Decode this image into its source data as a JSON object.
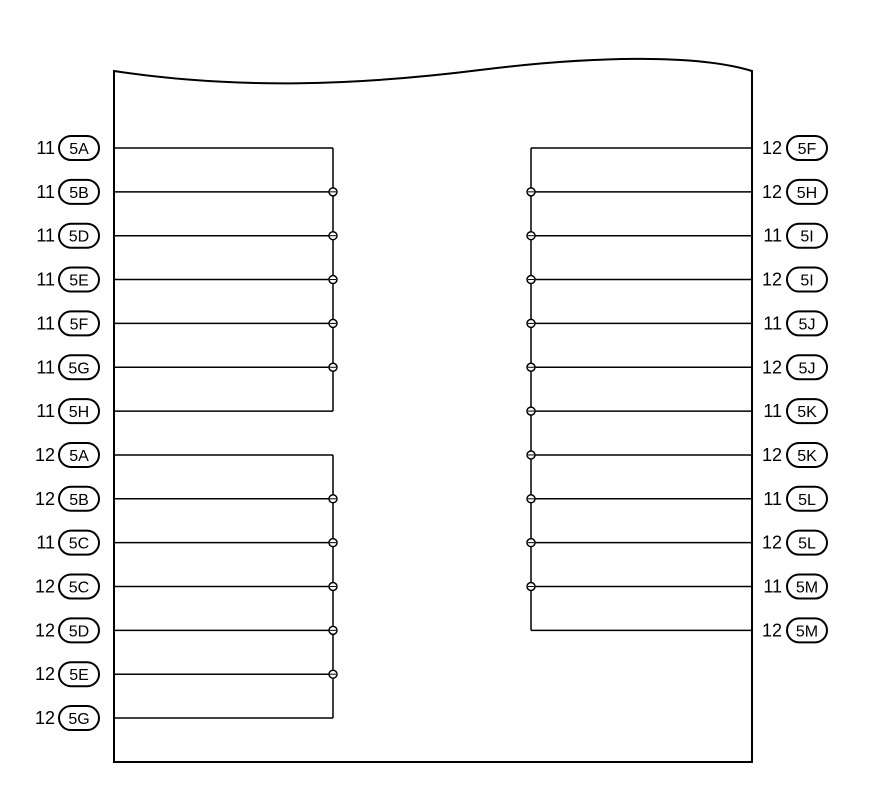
{
  "left_wires": [
    {
      "pin": "11",
      "connector": "5A"
    },
    {
      "pin": "11",
      "connector": "5B"
    },
    {
      "pin": "11",
      "connector": "5D"
    },
    {
      "pin": "11",
      "connector": "5E"
    },
    {
      "pin": "11",
      "connector": "5F"
    },
    {
      "pin": "11",
      "connector": "5G"
    },
    {
      "pin": "11",
      "connector": "5H"
    },
    {
      "pin": "12",
      "connector": "5A"
    },
    {
      "pin": "12",
      "connector": "5B"
    },
    {
      "pin": "11",
      "connector": "5C"
    },
    {
      "pin": "12",
      "connector": "5C"
    },
    {
      "pin": "12",
      "connector": "5D"
    },
    {
      "pin": "12",
      "connector": "5E"
    },
    {
      "pin": "12",
      "connector": "5G"
    }
  ],
  "right_wires": [
    {
      "pin": "12",
      "connector": "5F"
    },
    {
      "pin": "12",
      "connector": "5H"
    },
    {
      "pin": "11",
      "connector": "5I"
    },
    {
      "pin": "12",
      "connector": "5I"
    },
    {
      "pin": "11",
      "connector": "5J"
    },
    {
      "pin": "12",
      "connector": "5J"
    },
    {
      "pin": "11",
      "connector": "5K"
    },
    {
      "pin": "12",
      "connector": "5K"
    },
    {
      "pin": "11",
      "connector": "5L"
    },
    {
      "pin": "12",
      "connector": "5L"
    },
    {
      "pin": "11",
      "connector": "5M"
    },
    {
      "pin": "12",
      "connector": "5M"
    }
  ],
  "left_groups": [
    {
      "first": 0,
      "last": 6
    },
    {
      "first": 7,
      "last": 13
    }
  ],
  "right_groups": [
    {
      "first": 0,
      "last": 11
    }
  ]
}
